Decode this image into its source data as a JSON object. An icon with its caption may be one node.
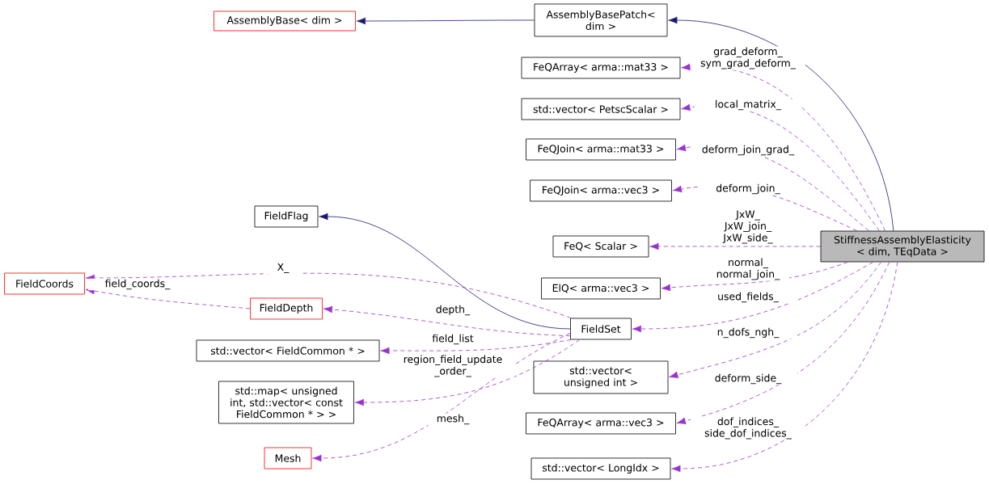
{
  "diagram": {
    "nodes": [
      {
        "text": [
          "StiffnessAssemblyElasticity < dim, TEqData >"
        ]
      },
      {
        "text": [
          "AssemblyBasePatch< dim >"
        ]
      },
      {
        "text": [
          "AssemblyBase< dim >"
        ]
      },
      {
        "text": [
          "FeQArray< arma::mat33 >"
        ]
      },
      {
        "text": [
          "std::vector< PetscScalar >"
        ]
      },
      {
        "text": [
          "FeQJoin< arma::mat33 >"
        ]
      },
      {
        "text": [
          "FeQJoin< arma::vec3 >"
        ]
      },
      {
        "text": [
          "FeQ< Scalar >"
        ]
      },
      {
        "text": [
          "ElQ< arma::vec3 >"
        ]
      },
      {
        "text": [
          "FieldSet"
        ]
      },
      {
        "text": [
          "std::vector< unsigned int >"
        ]
      },
      {
        "text": [
          "FeQArray< arma::vec3 >"
        ]
      },
      {
        "text": [
          "std::vector< LongIdx >"
        ]
      },
      {
        "text": [
          "FieldFlag"
        ]
      },
      {
        "text": [
          "FieldCoords"
        ]
      },
      {
        "text": [
          "FieldDepth"
        ]
      },
      {
        "text": [
          "std::vector< FieldCommon * >"
        ]
      },
      {
        "text": [
          "std::map< unsigned int, std::vector< const FieldCommon * > >"
        ]
      },
      {
        "text": [
          "Mesh"
        ]
      }
    ],
    "edges": [
      {
        "from": 0,
        "to": 1,
        "arrow": "to",
        "color": "#191970"
      },
      {
        "from": 1,
        "to": 2,
        "arrow": "to",
        "color": "#191970"
      },
      {
        "from": 0,
        "to": 3,
        "arrow": "to",
        "style": "dashed",
        "label": "grad_deform_ sym_grad_deform_"
      },
      {
        "from": 0,
        "to": 4,
        "arrow": "to",
        "style": "dashed",
        "label": "local_matrix_"
      },
      {
        "from": 0,
        "to": 5,
        "arrow": "to",
        "style": "dashed",
        "label": "deform_join_grad_"
      },
      {
        "from": 0,
        "to": 6,
        "arrow": "to",
        "style": "dashed",
        "label": "deform_join_"
      },
      {
        "from": 0,
        "to": 7,
        "arrow": "to",
        "style": "dashed",
        "label": "JxW_ JxW_join_ JxW_side_"
      },
      {
        "from": 0,
        "to": 8,
        "arrow": "to",
        "style": "dashed",
        "label": "normal_ normal_join_"
      },
      {
        "from": 0,
        "to": 9,
        "arrow": "to",
        "style": "dashed",
        "label": "used_fields_"
      },
      {
        "from": 0,
        "to": 10,
        "arrow": "to",
        "style": "dashed",
        "label": "n_dofs_ngh_"
      },
      {
        "from": 0,
        "to": 11,
        "arrow": "to",
        "style": "dashed",
        "label": "deform_side_"
      },
      {
        "from": 0,
        "to": 12,
        "arrow": "to",
        "style": "dashed",
        "label": "dof_indices_ side_dof_indices_"
      },
      {
        "from": 9,
        "to": 13,
        "arrow": "to",
        "color": "#191970"
      },
      {
        "from": 9,
        "to": 14,
        "arrow": "to",
        "style": "dashed",
        "label": "X_"
      },
      {
        "from": 15,
        "to": 14,
        "arrow": "to",
        "style": "dashed",
        "label": "field_coords_"
      },
      {
        "from": 9,
        "to": 15,
        "arrow": "to",
        "style": "dashed",
        "label": "depth_"
      },
      {
        "from": 9,
        "to": 16,
        "arrow": "to",
        "style": "dashed",
        "label": "field_list"
      },
      {
        "from": 9,
        "to": 17,
        "arrow": "to",
        "style": "dashed",
        "label": "region_field_update _order_"
      },
      {
        "from": 9,
        "to": 18,
        "arrow": "to",
        "style": "dashed",
        "label": "mesh_"
      }
    ]
  }
}
